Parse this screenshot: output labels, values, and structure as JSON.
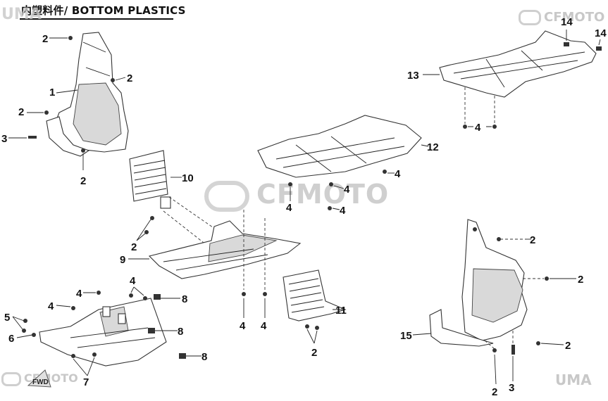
{
  "header": {
    "title": "内塑料件/ BOTTOM PLASTICS"
  },
  "watermarks": {
    "brand_center": "CFMOTO",
    "brand_top_right": "CFMOTO",
    "brand_bottom_left": "CFMOTO",
    "dealer_top_left": "UMA",
    "dealer_bottom_right": "UMA",
    "fwd_label": "FWD"
  },
  "colors": {
    "line": "#333333",
    "watermark": "#c8c8c8"
  },
  "callouts": {
    "c1": "1",
    "c2a": "2",
    "c2b": "2",
    "c2c": "2",
    "c2d": "2",
    "c3a": "3",
    "c10": "10",
    "c2e": "2",
    "c9": "9",
    "c4a": "4",
    "c4b": "4",
    "c4c": "4",
    "c5": "5",
    "c6": "6",
    "c7": "7",
    "c8a": "8",
    "c8b": "8",
    "c8c": "8",
    "c12": "12",
    "c4d": "4",
    "c4e": "4",
    "c4f": "4",
    "c4g": "4",
    "c13": "13",
    "c14a": "14",
    "c14b": "14",
    "c4h": "4",
    "c11": "11",
    "c2f": "2",
    "c4i": "4",
    "c4j": "4",
    "c2g": "2",
    "c2h": "2",
    "c15": "15",
    "c2i": "2",
    "c2j": "2",
    "c3b": "3"
  }
}
